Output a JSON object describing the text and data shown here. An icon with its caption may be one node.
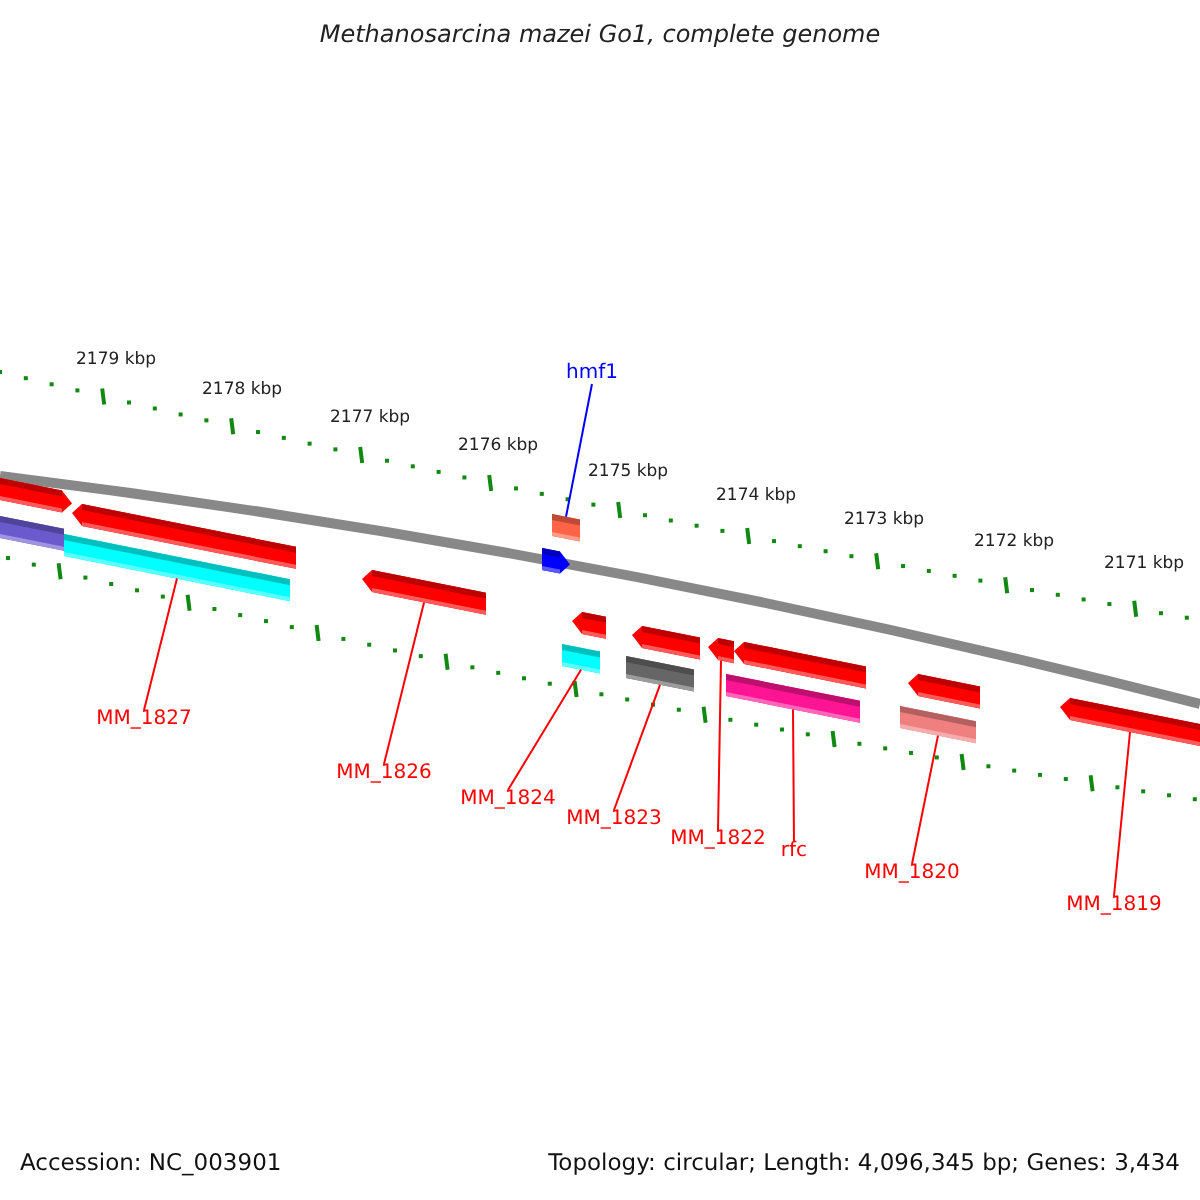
{
  "diagram": {
    "title": "Methanosarcina mazei Go1, complete genome",
    "nodes": [
      {
        "text": [
          "hmf1"
        ]
      },
      {
        "text": [
          "MM_1827"
        ]
      },
      {
        "text": [
          "MM_1826"
        ]
      },
      {
        "text": [
          "MM_1824"
        ]
      },
      {
        "text": [
          "MM_1823"
        ]
      },
      {
        "text": [
          "MM_1822"
        ]
      },
      {
        "text": [
          "rfc"
        ]
      },
      {
        "text": [
          "MM_1820"
        ]
      },
      {
        "text": [
          "MM_1819"
        ]
      },
      {
        "text": [],
        "shape": "arrow"
      },
      {
        "text": [],
        "shape": "bar"
      },
      {
        "text": [],
        "shape": "bar"
      },
      {
        "text": [],
        "shape": "arrow"
      },
      {
        "text": [],
        "shape": "arrow"
      },
      {
        "text": [],
        "shape": "arrow"
      },
      {
        "text": [],
        "shape": "bar"
      },
      {
        "text": [],
        "shape": "bar"
      },
      {
        "text": [],
        "shape": "arrow"
      },
      {
        "text": [],
        "shape": "bar"
      },
      {
        "text": [],
        "shape": "arrow"
      },
      {
        "text": [],
        "shape": "arrow"
      },
      {
        "text": [],
        "shape": "bar"
      },
      {
        "text": [],
        "shape": "arrow"
      },
      {
        "text": [],
        "shape": "bar"
      },
      {
        "text": [],
        "shape": "arrow"
      },
      {
        "text": [],
        "shape": "arrow"
      }
    ],
    "edges": [
      {
        "from": 0,
        "to": 15,
        "arrow": "none",
        "color": "#0000ff"
      },
      {
        "from": 1,
        "to": 11,
        "arrow": "none"
      },
      {
        "from": 2,
        "to": 13,
        "arrow": "none"
      },
      {
        "from": 3,
        "to": 16,
        "arrow": "none"
      },
      {
        "from": 4,
        "to": 18,
        "arrow": "none"
      },
      {
        "from": 5,
        "to": 20,
        "arrow": "none"
      },
      {
        "from": 6,
        "to": 21,
        "arrow": "none"
      },
      {
        "from": 7,
        "to": 23,
        "arrow": "none"
      },
      {
        "from": 8,
        "to": 25,
        "arrow": "none"
      }
    ],
    "labels": [
      "2179 kbp",
      "2178 kbp",
      "2177 kbp",
      "2176 kbp",
      "2175 kbp",
      "2174 kbp",
      "2173 kbp",
      "2172 kbp",
      "2171 kbp",
      "Accession: NC_003901",
      "Topology: circular; Length: 4,096,345 bp; Genes: 3,434"
    ]
  }
}
